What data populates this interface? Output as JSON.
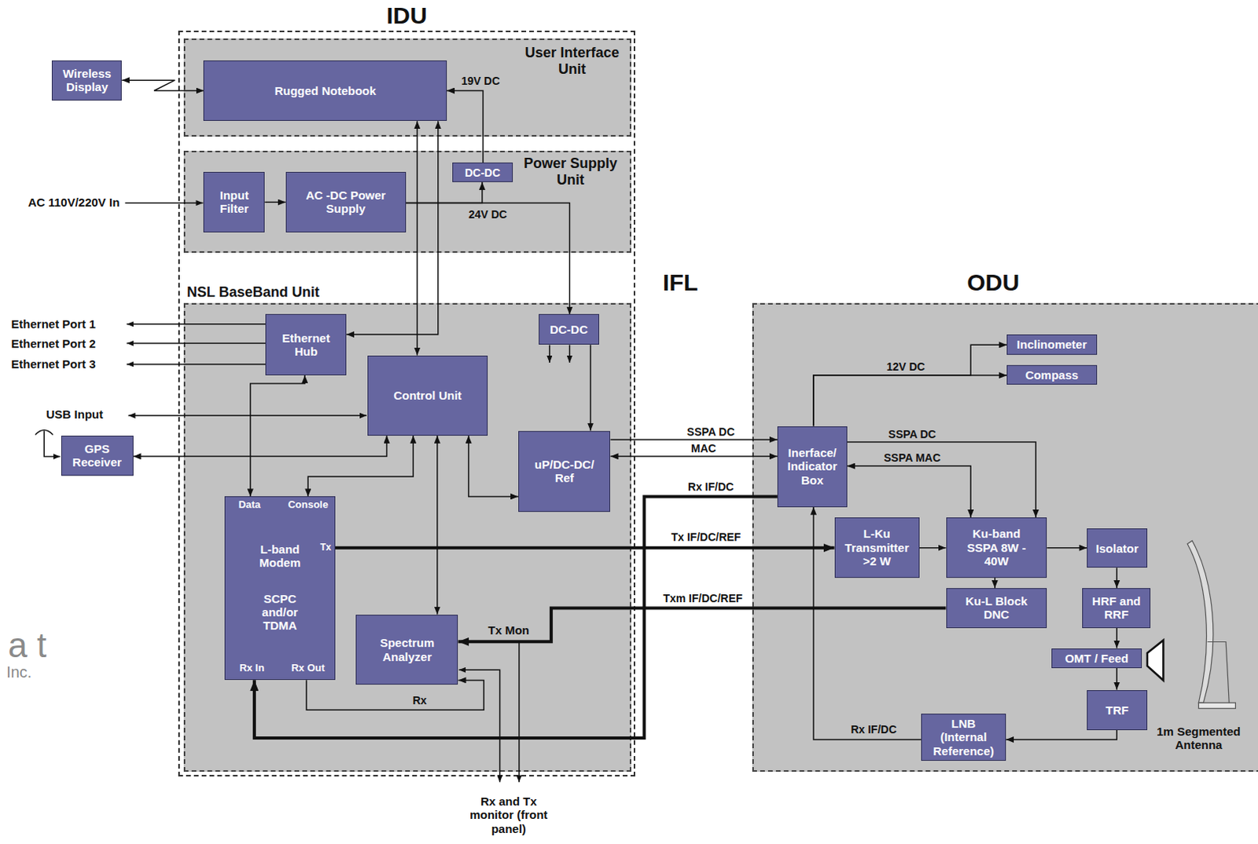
{
  "diagram": {
    "nodes": [
      {
        "text": [
          "IDU"
        ]
      },
      {
        "text": [
          "User Interface Unit"
        ],
        "in": 0
      },
      {
        "text": [
          "Rugged Notebook"
        ],
        "in": 1
      },
      {
        "text": [
          "Power Supply Unit"
        ],
        "in": 0
      },
      {
        "text": [
          "Input Filter"
        ],
        "in": 3
      },
      {
        "text": [
          "AC -DC Power Supply"
        ],
        "in": 3
      },
      {
        "text": [
          "DC-DC"
        ],
        "in": 3
      },
      {
        "text": [
          "NSL BaseBand Unit"
        ],
        "in": 0
      },
      {
        "text": [
          "Ethernet Hub"
        ],
        "in": 7
      },
      {
        "text": [
          "Control Unit"
        ],
        "in": 7
      },
      {
        "text": [
          "DC-DC"
        ],
        "in": 7
      },
      {
        "text": [
          "uP/DC-DC/ Ref"
        ],
        "in": 7
      },
      {
        "text": [
          "Data",
          "Console",
          "L-band Modem",
          "Tx",
          "SCPC and/or TDMA",
          "Rx In",
          "Rx Out"
        ],
        "in": 7
      },
      {
        "text": [
          "Spectrum Analyzer"
        ],
        "in": 7
      },
      {
        "text": [
          "Wireless Display"
        ]
      },
      {
        "text": [
          "GPS Receiver"
        ]
      },
      {
        "text": [
          "ODU"
        ]
      },
      {
        "text": [
          "Inerface/ Indicator Box"
        ],
        "in": 16
      },
      {
        "text": [
          "Inclinometer"
        ],
        "in": 16
      },
      {
        "text": [
          "Compass"
        ],
        "in": 16
      },
      {
        "text": [
          "L-Ku Transmitter >2 W"
        ],
        "in": 16
      },
      {
        "text": [
          "Ku-band SSPA 8W - 40W"
        ],
        "in": 16
      },
      {
        "text": [
          "Isolator"
        ],
        "in": 16
      },
      {
        "text": [
          "Ku-L Block DNC"
        ],
        "in": 16
      },
      {
        "text": [
          "HRF and RRF"
        ],
        "in": 16
      },
      {
        "text": [
          "OMT / Feed"
        ],
        "in": 16
      },
      {
        "text": [
          "TRF"
        ],
        "in": 16
      },
      {
        "text": [
          "LNB (Internal Reference)"
        ],
        "in": 16
      }
    ],
    "edges": [
      {
        "from": 14,
        "to": 2,
        "arrow": "both"
      },
      {
        "from": 4,
        "to": 5,
        "arrow": "to"
      },
      {
        "from": 5,
        "to": 6,
        "label": "24V DC",
        "arrow": "to"
      },
      {
        "from": 5,
        "to": 10,
        "arrow": "to"
      },
      {
        "from": 6,
        "to": 2,
        "label": "19V DC",
        "arrow": "to"
      },
      {
        "from": 2,
        "to": 9,
        "arrow": "both"
      },
      {
        "from": 2,
        "to": 8,
        "arrow": "both"
      },
      {
        "from": 8,
        "to": 12,
        "arrow": "both"
      },
      {
        "from": 9,
        "to": 12,
        "arrow": "both"
      },
      {
        "from": 15,
        "to": 9,
        "arrow": "both"
      },
      {
        "from": 9,
        "to": 11,
        "arrow": "both"
      },
      {
        "from": 9,
        "to": 13,
        "arrow": "both"
      },
      {
        "from": 10,
        "to": 11,
        "arrow": "to"
      },
      {
        "from": 11,
        "to": 17,
        "label": "SSPA DC",
        "arrow": "to"
      },
      {
        "from": 11,
        "to": 17,
        "label": "MAC",
        "arrow": "both"
      },
      {
        "from": 17,
        "to": 12,
        "label": "Rx IF/DC",
        "arrow": "to"
      },
      {
        "from": 12,
        "to": 20,
        "label": "Tx IF/DC/REF",
        "arrow": "to"
      },
      {
        "from": 23,
        "to": 13,
        "label": "Txm IF/DC/REF",
        "arrow": "to"
      },
      {
        "from": 12,
        "to": 13,
        "label": "Rx",
        "arrow": "to"
      },
      {
        "from": 17,
        "to": 18,
        "label": "12V DC",
        "arrow": "to"
      },
      {
        "from": 17,
        "to": 19,
        "arrow": "to"
      },
      {
        "from": 17,
        "to": 21,
        "label": "SSPA DC",
        "arrow": "to"
      },
      {
        "from": 17,
        "to": 21,
        "label": "SSPA MAC",
        "arrow": "both"
      },
      {
        "from": 20,
        "to": 21,
        "arrow": "to"
      },
      {
        "from": 21,
        "to": 23,
        "arrow": "to"
      },
      {
        "from": 21,
        "to": 22,
        "arrow": "to"
      },
      {
        "from": 22,
        "to": 24,
        "arrow": "to"
      },
      {
        "from": 24,
        "to": 25,
        "arrow": "to"
      },
      {
        "from": 25,
        "to": 26,
        "arrow": "to"
      },
      {
        "from": 26,
        "to": 27,
        "arrow": "to"
      },
      {
        "from": 27,
        "to": 17,
        "label": "Rx IF/DC",
        "arrow": "to"
      }
    ],
    "labels": [
      "IFL",
      "AC 110V/220V In",
      "Ethernet Port 1",
      "Ethernet Port 2",
      "Ethernet Port 3",
      "USB Input",
      "Tx Mon",
      "Rx and Tx monitor (front panel)",
      "1m Segmented Antenna",
      "a t",
      "Inc."
    ]
  }
}
